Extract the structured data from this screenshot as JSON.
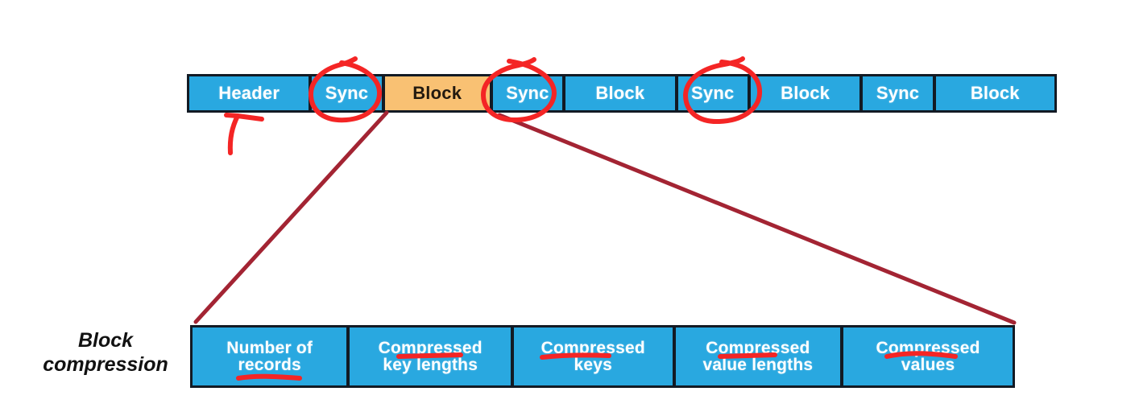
{
  "figure": {
    "side_caption": "Block\ncompression",
    "colors": {
      "cell_blue": "#29a8e0",
      "cell_orange": "#f9c173",
      "frame_dark": "#121a24",
      "annotation_red": "#f42525",
      "connector_dark_red": "#a32433",
      "background": "#ffffff",
      "text_light": "#ffffff",
      "text_dark": "#231a10"
    }
  },
  "top_bar": {
    "cells": [
      {
        "label": "Header",
        "color": "blue",
        "width_pct": 14.0
      },
      {
        "label": "Sync",
        "color": "blue",
        "width_pct": 8.4
      },
      {
        "label": "Block",
        "color": "orange",
        "width_pct": 12.5
      },
      {
        "label": "Sync",
        "color": "blue",
        "width_pct": 8.4
      },
      {
        "label": "Block",
        "color": "blue",
        "width_pct": 13.0
      },
      {
        "label": "Sync",
        "color": "blue",
        "width_pct": 8.4
      },
      {
        "label": "Block",
        "color": "blue",
        "width_pct": 13.0
      },
      {
        "label": "Sync",
        "color": "blue",
        "width_pct": 8.4
      },
      {
        "label": "Block",
        "color": "blue",
        "width_pct": 13.9
      }
    ]
  },
  "bottom_bar": {
    "cells": [
      {
        "label": "Number of\nrecords",
        "width_pct": 19.0
      },
      {
        "label": "Compressed\nkey lengths",
        "width_pct": 20.0
      },
      {
        "label": "Compressed\nkeys",
        "width_pct": 19.7
      },
      {
        "label": "Compressed\nvalue lengths",
        "width_pct": 20.5
      },
      {
        "label": "Compressed\nvalues",
        "width_pct": 20.8
      }
    ]
  },
  "annotations": {
    "circled_items": [
      "Sync",
      "Sync",
      "Sync"
    ],
    "arrow_target": "Header",
    "underlined_words": [
      "records",
      "key lengths",
      "Compressed",
      "Compressed",
      "Compressed"
    ],
    "connector_note": "two dark-red lines expand the orange Block into the bottom bar"
  }
}
